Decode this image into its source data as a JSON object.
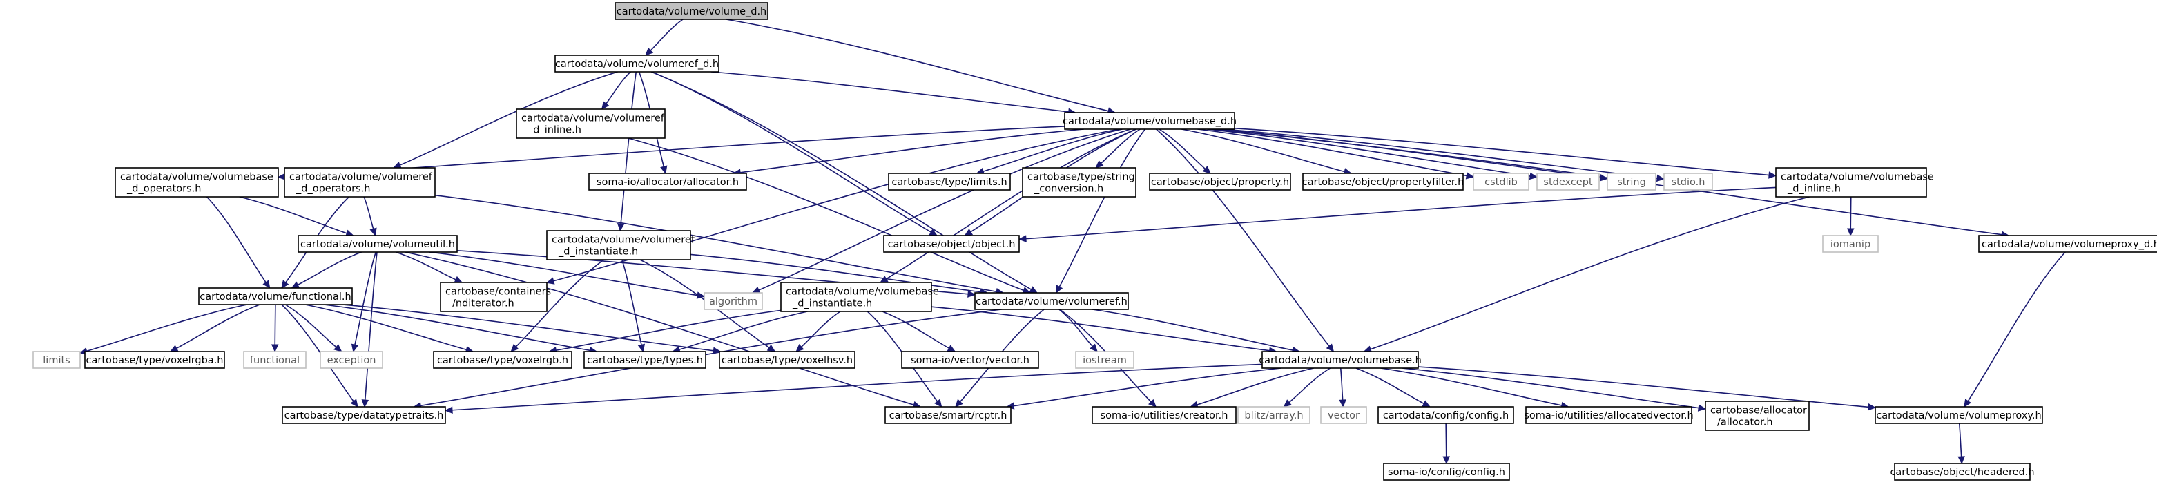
{
  "graph": {
    "title": "cartodata/volume/volume_d.h",
    "colors": {
      "edge": "#191970",
      "root_fill": "#bfbfbf",
      "node_border": "#000000",
      "external_border": "#bfbfbf"
    },
    "nodes": [
      {
        "id": "volume_d",
        "lines": [
          "cartodata/volume/volume_d.h"
        ],
        "kind": "root"
      },
      {
        "id": "volumeref_d",
        "lines": [
          "cartodata/volume/volumeref_d.h"
        ],
        "kind": "file"
      },
      {
        "id": "volumebase_d",
        "lines": [
          "cartodata/volume/volumebase_d.h"
        ],
        "kind": "file"
      },
      {
        "id": "volumeref_d_inline",
        "lines": [
          "cartodata/volume/volumeref",
          "_d_inline.h"
        ],
        "kind": "file"
      },
      {
        "id": "volumebase_d_operators",
        "lines": [
          "cartodata/volume/volumebase",
          "_d_operators.h"
        ],
        "kind": "file"
      },
      {
        "id": "volumeref_d_operators",
        "lines": [
          "cartodata/volume/volumeref",
          "_d_operators.h"
        ],
        "kind": "file"
      },
      {
        "id": "allocator",
        "lines": [
          "soma-io/allocator/allocator.h"
        ],
        "kind": "file"
      },
      {
        "id": "limits_h",
        "lines": [
          "cartobase/type/limits.h"
        ],
        "kind": "file"
      },
      {
        "id": "string_conv",
        "lines": [
          "cartobase/type/string",
          "_conversion.h"
        ],
        "kind": "file"
      },
      {
        "id": "property",
        "lines": [
          "cartobase/object/property.h"
        ],
        "kind": "file"
      },
      {
        "id": "propertyfilter",
        "lines": [
          "cartobase/object/propertyfilter.h"
        ],
        "kind": "file"
      },
      {
        "id": "cstdlib",
        "lines": [
          "cstdlib"
        ],
        "kind": "ext"
      },
      {
        "id": "stdexcept",
        "lines": [
          "stdexcept"
        ],
        "kind": "ext"
      },
      {
        "id": "string",
        "lines": [
          "string"
        ],
        "kind": "ext"
      },
      {
        "id": "stdio",
        "lines": [
          "stdio.h"
        ],
        "kind": "ext"
      },
      {
        "id": "volumebase_d_inline",
        "lines": [
          "cartodata/volume/volumebase",
          "_d_inline.h"
        ],
        "kind": "file"
      },
      {
        "id": "volumeutil",
        "lines": [
          "cartodata/volume/volumeutil.h"
        ],
        "kind": "file"
      },
      {
        "id": "volumeref_d_instantiate",
        "lines": [
          "cartodata/volume/volumeref",
          "_d_instantiate.h"
        ],
        "kind": "file"
      },
      {
        "id": "object",
        "lines": [
          "cartobase/object/object.h"
        ],
        "kind": "file"
      },
      {
        "id": "iomanip",
        "lines": [
          "iomanip"
        ],
        "kind": "ext"
      },
      {
        "id": "volumeproxy_d",
        "lines": [
          "cartodata/volume/volumeproxy_d.h"
        ],
        "kind": "file"
      },
      {
        "id": "functional_h",
        "lines": [
          "cartodata/volume/functional.h"
        ],
        "kind": "file"
      },
      {
        "id": "nditerator",
        "lines": [
          "cartobase/containers",
          "/nditerator.h"
        ],
        "kind": "file"
      },
      {
        "id": "algorithm",
        "lines": [
          "algorithm"
        ],
        "kind": "ext"
      },
      {
        "id": "volumebase_d_instantiate",
        "lines": [
          "cartodata/volume/volumebase",
          "_d_instantiate.h"
        ],
        "kind": "file"
      },
      {
        "id": "volumeref_h",
        "lines": [
          "cartodata/volume/volumeref.h"
        ],
        "kind": "file"
      },
      {
        "id": "limits",
        "lines": [
          "limits"
        ],
        "kind": "ext"
      },
      {
        "id": "voxelrgba",
        "lines": [
          "cartobase/type/voxelrgba.h"
        ],
        "kind": "file"
      },
      {
        "id": "functional",
        "lines": [
          "functional"
        ],
        "kind": "ext"
      },
      {
        "id": "exception",
        "lines": [
          "exception"
        ],
        "kind": "ext"
      },
      {
        "id": "voxelrgb",
        "lines": [
          "cartobase/type/voxelrgb.h"
        ],
        "kind": "file"
      },
      {
        "id": "types",
        "lines": [
          "cartobase/type/types.h"
        ],
        "kind": "file"
      },
      {
        "id": "voxelhsv",
        "lines": [
          "cartobase/type/voxelhsv.h"
        ],
        "kind": "file"
      },
      {
        "id": "vector_h",
        "lines": [
          "soma-io/vector/vector.h"
        ],
        "kind": "file"
      },
      {
        "id": "iostream",
        "lines": [
          "iostream"
        ],
        "kind": "ext"
      },
      {
        "id": "volumebase_h",
        "lines": [
          "cartodata/volume/volumebase.h"
        ],
        "kind": "file"
      },
      {
        "id": "datatypetraits",
        "lines": [
          "cartobase/type/datatypetraits.h"
        ],
        "kind": "file"
      },
      {
        "id": "rcptr",
        "lines": [
          "cartobase/smart/rcptr.h"
        ],
        "kind": "file"
      },
      {
        "id": "creator",
        "lines": [
          "soma-io/utilities/creator.h"
        ],
        "kind": "file"
      },
      {
        "id": "blitz",
        "lines": [
          "blitz/array.h"
        ],
        "kind": "ext"
      },
      {
        "id": "vector",
        "lines": [
          "vector"
        ],
        "kind": "ext"
      },
      {
        "id": "config",
        "lines": [
          "cartodata/config/config.h"
        ],
        "kind": "file"
      },
      {
        "id": "allocatedvector",
        "lines": [
          "soma-io/utilities/allocatedvector.h"
        ],
        "kind": "file"
      },
      {
        "id": "allocator2",
        "lines": [
          "cartobase/allocator",
          "/allocator.h"
        ],
        "kind": "file"
      },
      {
        "id": "volumeproxy_h",
        "lines": [
          "cartodata/volume/volumeproxy.h"
        ],
        "kind": "file"
      },
      {
        "id": "somaconfig",
        "lines": [
          "soma-io/config/config.h"
        ],
        "kind": "file"
      },
      {
        "id": "headered",
        "lines": [
          "cartobase/object/headered.h"
        ],
        "kind": "file"
      }
    ]
  }
}
